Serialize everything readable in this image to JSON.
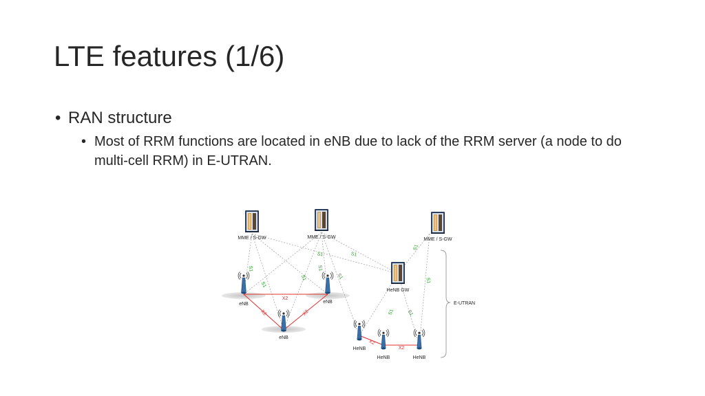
{
  "slide": {
    "title": "LTE features (1/6)",
    "bullet_1": "RAN structure",
    "bullet_1_1": "Most of RRM functions are located in eNB due to lack of the RRM server (a node to do multi-cell RRM) in E-UTRAN."
  },
  "diagram": {
    "colors": {
      "s1": "#2ca02c",
      "x2": "#e03030",
      "dashed": "#a8a8a8",
      "label": "#222222"
    },
    "nodes": [
      {
        "id": "mme1",
        "kind": "server-icon",
        "label": "MME / S-GW"
      },
      {
        "id": "mme2",
        "kind": "server-icon",
        "label": "MME / S-GW"
      },
      {
        "id": "mme3",
        "kind": "server-icon",
        "label": "MME / S-GW"
      },
      {
        "id": "henbgw",
        "kind": "server-icon",
        "label": "HeNB GW"
      },
      {
        "id": "enb1",
        "kind": "enb-antenna-icon",
        "label": "eNB"
      },
      {
        "id": "enb2",
        "kind": "enb-antenna-icon",
        "label": "eNB"
      },
      {
        "id": "enb3",
        "kind": "enb-antenna-icon",
        "label": "eNB"
      },
      {
        "id": "henb1",
        "kind": "henb-antenna-icon",
        "label": "HeNB"
      },
      {
        "id": "henb2",
        "kind": "henb-antenna-icon",
        "label": "HeNB"
      },
      {
        "id": "henb3",
        "kind": "henb-antenna-icon",
        "label": "HeNB"
      }
    ],
    "links": [
      {
        "from": "mme1",
        "to": "enb1",
        "type": "S1",
        "label": "S1"
      },
      {
        "from": "mme1",
        "to": "enb3",
        "type": "S1",
        "label": "S1"
      },
      {
        "from": "mme1",
        "to": "enb2",
        "type": "S1",
        "label": ""
      },
      {
        "from": "mme1",
        "to": "henbgw",
        "type": "S1",
        "label": "S1"
      },
      {
        "from": "mme2",
        "to": "enb1",
        "type": "S1",
        "label": ""
      },
      {
        "from": "mme2",
        "to": "enb3",
        "type": "S1",
        "label": "S1"
      },
      {
        "from": "mme2",
        "to": "enb2",
        "type": "S1",
        "label": "S1"
      },
      {
        "from": "mme2",
        "to": "henbgw",
        "type": "S1",
        "label": "S1"
      },
      {
        "from": "mme2",
        "to": "henb1",
        "type": "S1",
        "label": "S1"
      },
      {
        "from": "mme3",
        "to": "henbgw",
        "type": "S1",
        "label": "S1"
      },
      {
        "from": "mme3",
        "to": "henb3",
        "type": "S1",
        "label": "S1"
      },
      {
        "from": "henbgw",
        "to": "henb1",
        "type": "S1",
        "label": "S1"
      },
      {
        "from": "henbgw",
        "to": "henb3",
        "type": "S1",
        "label": "S1"
      },
      {
        "from": "enb1",
        "to": "enb2",
        "type": "X2",
        "label": "X2"
      },
      {
        "from": "enb1",
        "to": "enb3",
        "type": "X2",
        "label": "X2"
      },
      {
        "from": "enb2",
        "to": "enb3",
        "type": "X2",
        "label": "X2"
      },
      {
        "from": "henb1",
        "to": "henb2",
        "type": "X2",
        "label": "X2"
      },
      {
        "from": "henb2",
        "to": "henb3",
        "type": "X2",
        "label": "X2"
      }
    ],
    "bracket_label": "E-UTRAN"
  }
}
